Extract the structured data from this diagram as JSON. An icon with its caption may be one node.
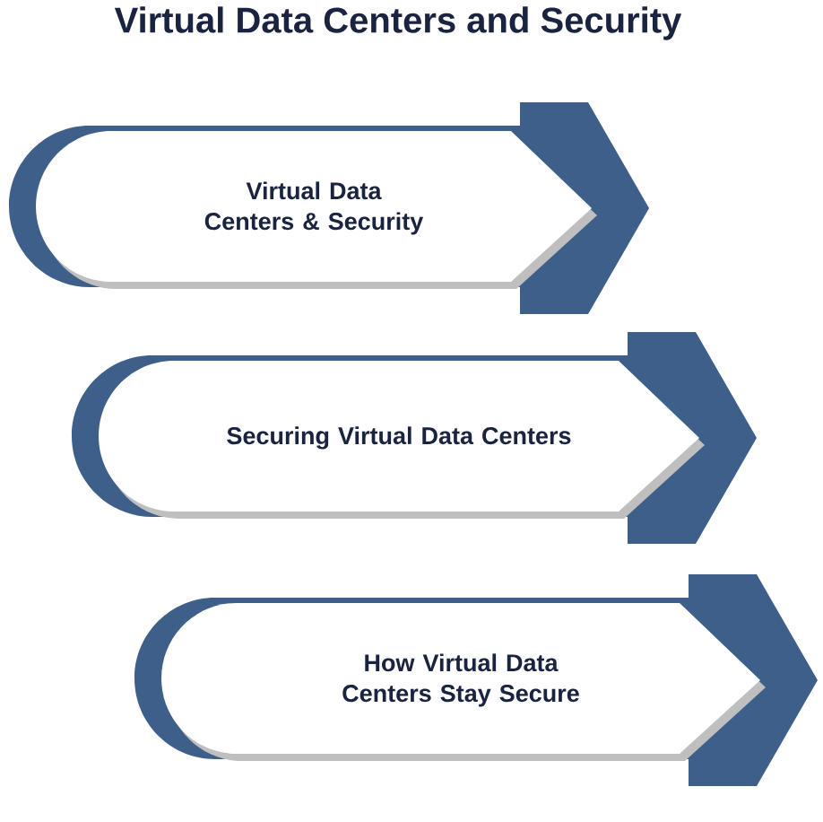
{
  "diagram": {
    "title": "Virtual Data Centers and Security",
    "nodes": [
      {
        "text": [
          "Virtual Data Centers & Security"
        ]
      },
      {
        "text": [
          "Securing Virtual Data Centers"
        ]
      },
      {
        "text": [
          "How Virtual Data Centers Stay Secure"
        ]
      }
    ]
  }
}
